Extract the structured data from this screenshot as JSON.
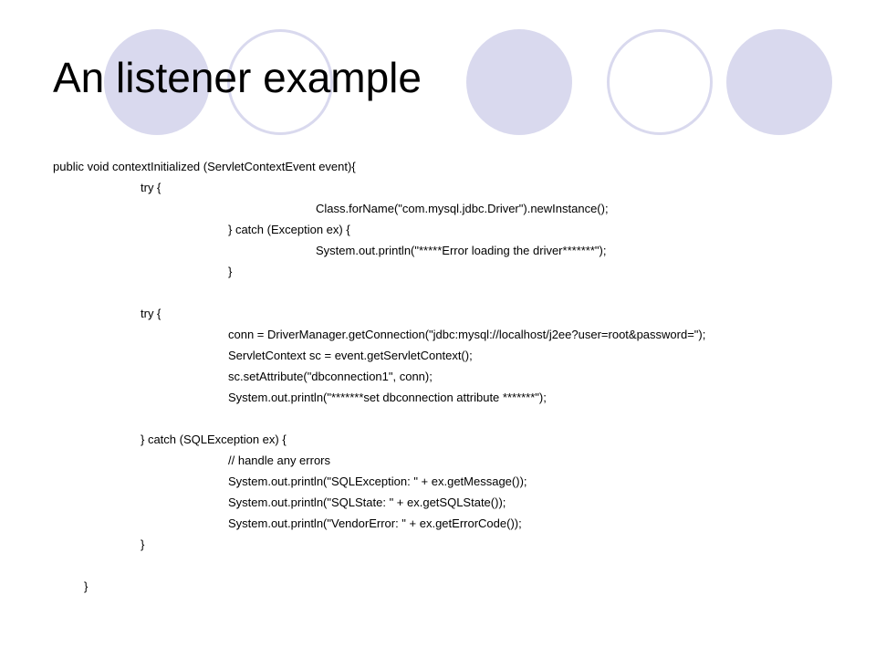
{
  "slide": {
    "title": "An listener example",
    "code_lines": [
      "public void contextInitialized (ServletContextEvent event){",
      "try {",
      "Class.forName(\"com.mysql.jdbc.Driver\").newInstance();",
      "} catch (Exception ex) {",
      "System.out.println(\"*****Error loading the driver*******\");",
      "}",
      "",
      "try {",
      "conn = DriverManager.getConnection(\"jdbc:mysql://localhost/j2ee?user=root&password=\");",
      "ServletContext sc = event.getServletContext();",
      "sc.setAttribute(\"dbconnection1\", conn);",
      "System.out.println(\"*******set dbconnection attribute *******\");",
      "",
      "} catch (SQLException ex) {",
      "// handle any errors",
      "System.out.println(\"SQLException: \" + ex.getMessage());",
      "System.out.println(\"SQLState: \" + ex.getSQLState());",
      "System.out.println(\"VendorError: \" + ex.getErrorCode());",
      "}",
      "",
      "}"
    ]
  },
  "colors": {
    "circle_fill": "#d9d9ee",
    "text": "#000000",
    "background": "#ffffff"
  }
}
